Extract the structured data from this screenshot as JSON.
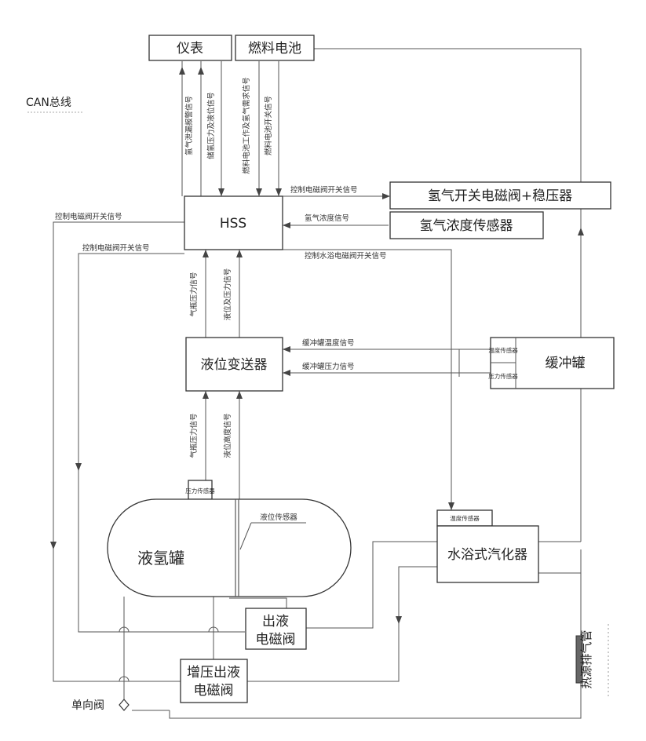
{
  "boxes": {
    "meter": "仪表",
    "fuel_cell": "燃料电池",
    "hss": "HSS",
    "h2_valve_regulator": "氢气开关电磁阀+稳压器",
    "h2_conc_sensor": "氢气浓度传感器",
    "level_transmitter": "液位变送器",
    "buffer_tank": "缓冲罐",
    "buffer_temp_sensor": "温度传感器",
    "buffer_pressure_sensor": "压力传感器",
    "vaporizer": "水浴式汽化器",
    "vaporizer_temp_sensor": "温度传感器",
    "lh2_tank": "液氢罐",
    "tank_pressure_sensor": "压力传感器",
    "level_sensor": "液位传感器",
    "outlet_valve": [
      "出液",
      "电磁阀"
    ],
    "boost_valve": [
      "增压出液",
      "电磁阀"
    ],
    "check_valve": "单向阀",
    "heater_pipe": "热源排气管"
  },
  "labels": {
    "can_bus": "CAN总线",
    "sig_meter_1": "氢气泄漏报警信号",
    "sig_meter_2": "储氢压力及液位信号",
    "sig_fc_1": "燃料电池工作及氢气需求信号",
    "sig_fc_2": "燃料电池开关信号",
    "sig_ctrl_valve_top": "控制电磁阀开关信号",
    "sig_h2_conc": "氢气浓度信号",
    "sig_ctrl_left_1": "控制电磁阀开关信号",
    "sig_ctrl_left_2": "控制电磁阀开关信号",
    "sig_ctrl_vaporizer": "控制水浴电磁阀开关信号",
    "sig_gas_pressure_up": "气瓶压力信号",
    "sig_level_up": "液位及压力信号",
    "sig_buffer_temp": "缓冲罐温度信号",
    "sig_buffer_pressure": "缓冲罐压力信号",
    "sig_gas_pressure_down": "气瓶压力信号",
    "sig_level_down": "液位高度信号"
  }
}
